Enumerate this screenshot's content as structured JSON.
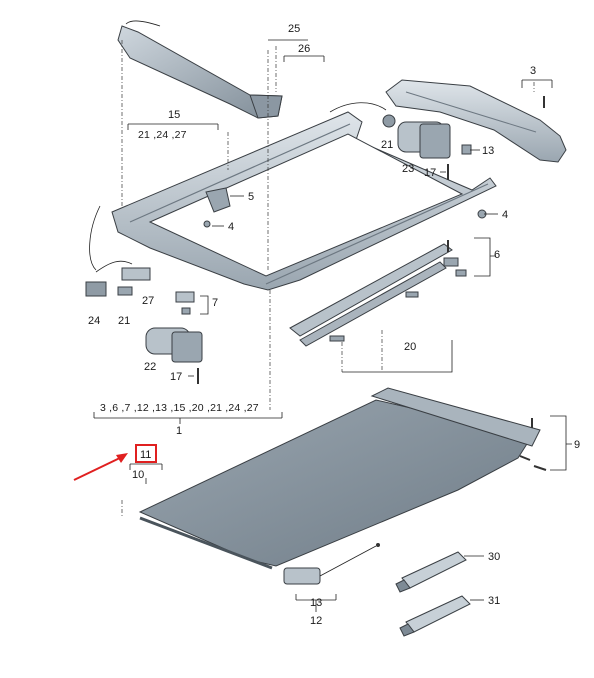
{
  "callouts": {
    "c1": "1",
    "c3": "3",
    "c4a": "4",
    "c4b": "4",
    "c5": "5",
    "c6": "6",
    "c7": "7",
    "c9": "9",
    "c10": "10",
    "c11": "11",
    "c12": "12",
    "c13a": "13",
    "c13b": "13",
    "c15": "15",
    "c17a": "17",
    "c17b": "17",
    "c20": "20",
    "c21a": "21",
    "c21b": "21",
    "c22": "22",
    "c23": "23",
    "c24": "24",
    "c25": "25",
    "c26": "26",
    "c27": "27",
    "c30": "30",
    "c31": "31"
  },
  "groups": {
    "g15": "21 ,24 ,27",
    "g1": "3 ,6 ,7 ,12 ,13 ,15 ,20 ,21 ,24 ,27"
  },
  "colors": {
    "line": "#222222",
    "highlight_box": "#e02020",
    "arrow": "#e02020",
    "part_fill": "#b9c3cb",
    "part_dark": "#7d8a95",
    "shade_fill": "#8f9ba5"
  }
}
